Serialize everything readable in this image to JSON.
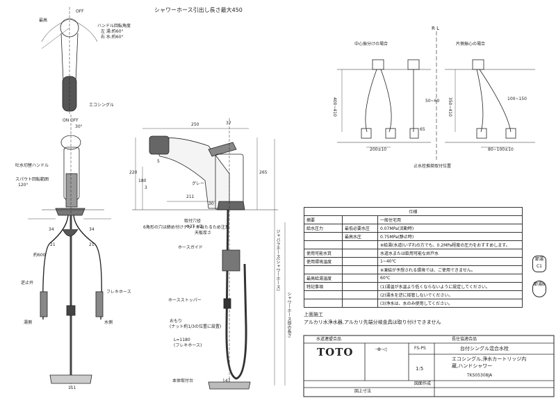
{
  "header": {
    "shower_hose_note": "シャワーホース引出し長さ最大450"
  },
  "top_view": {
    "labels": {
      "off_top": "OFF",
      "max_left": "最高",
      "lever_angle_title": "ハンドル回転角度",
      "lever_angle_left": "左 湯:約60°",
      "lever_angle_right": "右 水:約60°",
      "eco_single": "エコシングル"
    }
  },
  "front_view": {
    "labels": {
      "top_angle": "30°",
      "top_range": "ON  OFF",
      "temp_lever": "吐水切替ハンドル",
      "spout_range": "スパウト回転範囲",
      "angle_120": "120°",
      "dim_34_a": "34",
      "dim_34_b": "34",
      "dim_21_a": "21",
      "dim_21_b": "21",
      "hose_len": "約600",
      "check_valve": "逆止弁",
      "flex_hose": "フレキホース",
      "hot": "湯側",
      "cold": "水側",
      "base_dim": "111"
    }
  },
  "side_view": {
    "labels": {
      "dim_width": "250",
      "dim_height_left": "220",
      "dim_height_right": "265",
      "dim_height_2": "180",
      "dim_spout": "211",
      "dim_mid": "30",
      "dim_37": "37",
      "angle_a": "3",
      "angle_b": "5",
      "grey": "グレー",
      "mount_hole": "取付穴径",
      "mount_hole_val": "Φ37 ±2",
      "hose_guide": "ホースガイド",
      "hose_stopper": "ホースストッパー",
      "hose_weight_title": "おもり",
      "hose_weight_desc": "(ナット約1/3の位置に設置)",
      "hose_len_title": "L=1180",
      "hose_len_desc": "(フレキホース)",
      "base_dim": "147",
      "base_note": "本体取付台",
      "counter_note": "6角形の穴は締め付けナットが当たるため注意",
      "counter_thickness": "天板厚さ",
      "vertical_dim": "ジャバラホース(シャワーホース)",
      "vertical_dim2": "シャワーホース部の長さ"
    }
  },
  "piping": {
    "center_label": "R L",
    "left_title": "中心振分けの場合",
    "right_title": "片側振心の場合",
    "caption": "止水栓推奨取付位置",
    "dims": {
      "left_height": "400~410",
      "left_span": "200±10",
      "left_mid": "50~60",
      "right_height": "350~410",
      "right_span": "80~100±10",
      "right_mid": "100~150",
      "small": "65"
    }
  },
  "spec": {
    "title": "仕様",
    "rows": [
      [
        "摘要",
        "",
        "一般住宅用"
      ],
      [
        "給水圧力",
        "最低必要水圧",
        "0.07MPa(流動時)"
      ],
      [
        "",
        "最高水圧",
        "0.75MPa(静止時)"
      ],
      [
        "",
        "",
        "※給湯(水道)いずれの方でも、0.2MPa程度の圧力をおすすめします。"
      ],
      [
        "使用可能水質",
        "",
        "水道水または飲用可能な井戸水"
      ],
      [
        "使用環境温度",
        "",
        "1~40℃"
      ],
      [
        "",
        "",
        "※凍結が予想される環境では、ご使用できません。"
      ],
      [
        "最高給湯温度",
        "",
        "60℃"
      ],
      [
        "特記事項",
        "",
        "(1)湯温が水温より低くならないように設定してください。"
      ],
      [
        "",
        "",
        "(2)湯水を逆に接管しないでください。"
      ],
      [
        "",
        "",
        "(3)浄水は、水のみ使用してください。"
      ]
    ]
  },
  "stamps": {
    "a": "節湯C1",
    "b": "節湯B"
  },
  "construction": {
    "title": "上面施工",
    "note": "アルカリ水浄水器,アルカリ先端分岐金具は取り付けできません"
  },
  "titleblock": {
    "left_top": "水道連盟合品",
    "right_top": "長住協適合品",
    "logo": "TOTO",
    "symbol": "-⊕-◁",
    "unit": "FS-PS",
    "product_name_line1": "台付シングル混合水栓",
    "product_name_line2": "エコシングル,浄水カートリッジ内",
    "product_name_line3": "蔵,ハンドシャワー",
    "scale": "1:5",
    "model": "TKS05308JA",
    "drawn": "図面作成",
    "bottom": "図上寸法"
  }
}
